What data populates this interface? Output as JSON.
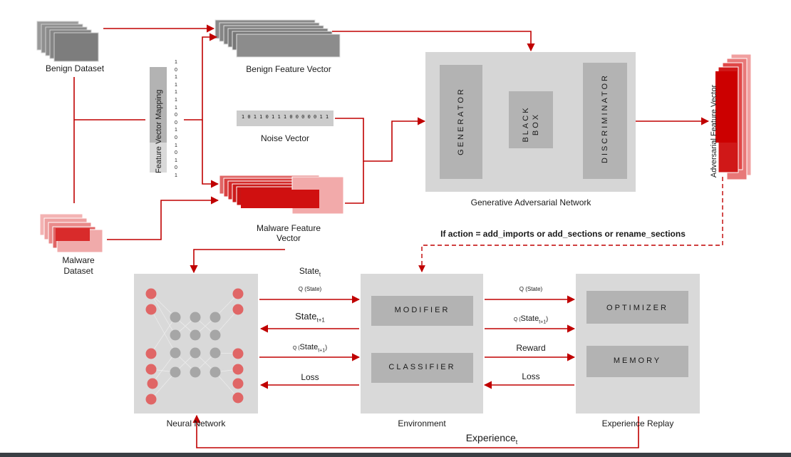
{
  "inputs": {
    "benign_dataset": "Benign Dataset",
    "malware_dataset_line1": "Malware",
    "malware_dataset_line2": "Dataset"
  },
  "mapping": {
    "label": "Feature Vector Mapping",
    "bits": [
      "1",
      "0",
      "1",
      "1",
      "1",
      "1",
      "1",
      "0",
      "0",
      "1",
      "0",
      "1",
      "0",
      "1",
      "0",
      "1"
    ]
  },
  "vectors": {
    "benign": "Benign Feature Vector",
    "noise": "Noise Vector",
    "noise_bits": "1 0 1 1 0 1 1 1 0 0 0 0 0 1 1",
    "malware_line1": "Malware Feature",
    "malware_line2": "Vector",
    "adversarial": "Adversarial Feature Vector"
  },
  "gan": {
    "title": "Generative Adversarial Network",
    "generator": "GENERATOR",
    "black_box_line1": "BLACK",
    "black_box_line2": "BOX",
    "discriminator": "DISCRIMINATOR"
  },
  "condition": "If action = add_imports or add_sections or rename_sections",
  "rl": {
    "neural_network": "Neural Network",
    "environment": "Environment",
    "experience_replay": "Experience Replay",
    "modifier": "MODIFIER",
    "classifier": "CLASSIFIER",
    "optimizer": "OPTIMIZER",
    "memory": "MEMORY",
    "state_t": "State",
    "state_t_sub": "t",
    "q_state": "Q (State)",
    "state_t1": "State",
    "state_t1_sub": "t+1",
    "q_state_t1_left_pre": "Q (",
    "q_state_t1_left_main": "State",
    "q_state_t1_left_sub": "t+1",
    "q_state_t1_left_post": ")",
    "loss_left": "Loss",
    "q_state_right": "Q (State)",
    "q_state_t1_right_pre": "Q (",
    "q_state_t1_right_main": "State",
    "q_state_t1_right_sub": "t+1",
    "q_state_t1_right_post": ")",
    "reward": "Reward",
    "loss_right": "Loss",
    "experience": "Experience",
    "experience_sub": "t"
  },
  "colors": {
    "arrow": "#c00000",
    "box_light": "#d6d6d6",
    "box_dark": "#b3b3b3",
    "node_red": "#e06666",
    "node_gray": "#a6a6a6"
  }
}
